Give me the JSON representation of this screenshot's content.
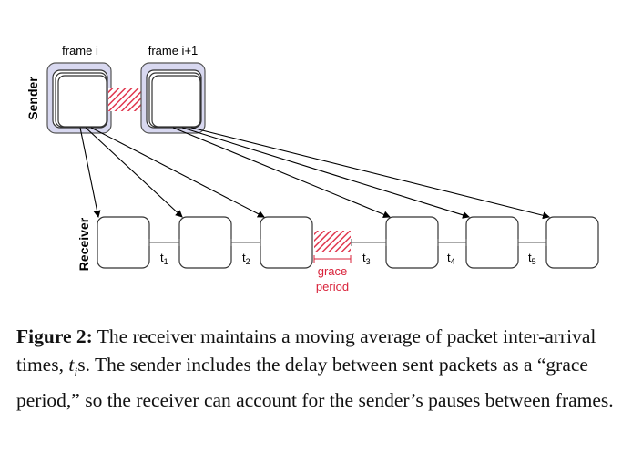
{
  "diagram": {
    "sender_label": "Sender",
    "receiver_label": "Receiver",
    "frame_labels": [
      "frame i",
      "frame i+1"
    ],
    "interval_labels": [
      {
        "base": "t",
        "sub": "1"
      },
      {
        "base": "t",
        "sub": "2"
      },
      {
        "base": "t",
        "sub": "3"
      },
      {
        "base": "t",
        "sub": "4"
      },
      {
        "base": "t",
        "sub": "5"
      }
    ],
    "grace_label_line1": "grace",
    "grace_label_line2": "period",
    "colors": {
      "frame_fill": "#d8d8f0",
      "frame_stroke": "#555555",
      "grace_hatch": "#e0384f",
      "grace_text": "#d9233b"
    }
  },
  "caption": {
    "label": "Figure 2:",
    "text_before_var": " The receiver maintains a moving average of packet inter-arrival times, ",
    "var_base": "t",
    "var_sub": "i",
    "text_after_var": "s. The sender includes the delay between sent packets as a “grace period,” so the receiver can account for the sender’s pauses between frames."
  }
}
